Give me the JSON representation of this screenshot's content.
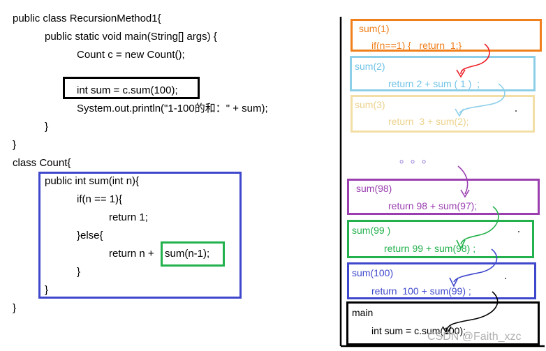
{
  "code": {
    "lines": [
      "public class RecursionMethod1{",
      "public static void main(String[] args) {",
      "Count c = new Count();",
      "int sum = c.sum(100);",
      "System.out.println(\"1-100的和：\" + sum);",
      "}",
      "}",
      "class Count{",
      "public int sum(int n){",
      "if(n == 1){",
      "return 1;",
      "}else{",
      "return n + ",
      "sum(n-1);",
      "}",
      "}",
      "}"
    ]
  },
  "stack": {
    "frames": [
      {
        "title": "sum(1)",
        "body": "if(n==1) {   return  1;}",
        "color": "#f07f1c"
      },
      {
        "title": "sum(2)",
        "body": "return 2 + sum ( 1 )  ;",
        "color": "#8ecfe8"
      },
      {
        "title": "sum(3)",
        "body": "return  3 + sum(2);",
        "color": "#f3dfa6"
      },
      {
        "title": "sum(98)",
        "body": "return 98 + sum(97);",
        "color": "#9b3fb0"
      },
      {
        "title": "sum(99 )",
        "body": "return 99 + sum(98) ;",
        "color": "#22b14c"
      },
      {
        "title": "sum(100)",
        "body": "return  100 + sum(99) ;",
        "color": "#3f48cc"
      },
      {
        "title": "main",
        "body": "int sum = c.sum(100);",
        "color": "#000000"
      }
    ],
    "ellipsis": "。。。"
  },
  "watermark": "CSDN @Faith_xzc",
  "colors": {
    "main_box": "#000000",
    "method_box": "#3f48cc",
    "call_box": "#22b14c",
    "arrow_red": "#ed1c24",
    "arrow_light_blue": "#8ecfe8",
    "arrow_purple": "#9b3fb0",
    "arrow_green": "#22b14c",
    "arrow_blue": "#3f48cc",
    "arrow_black": "#000000"
  }
}
